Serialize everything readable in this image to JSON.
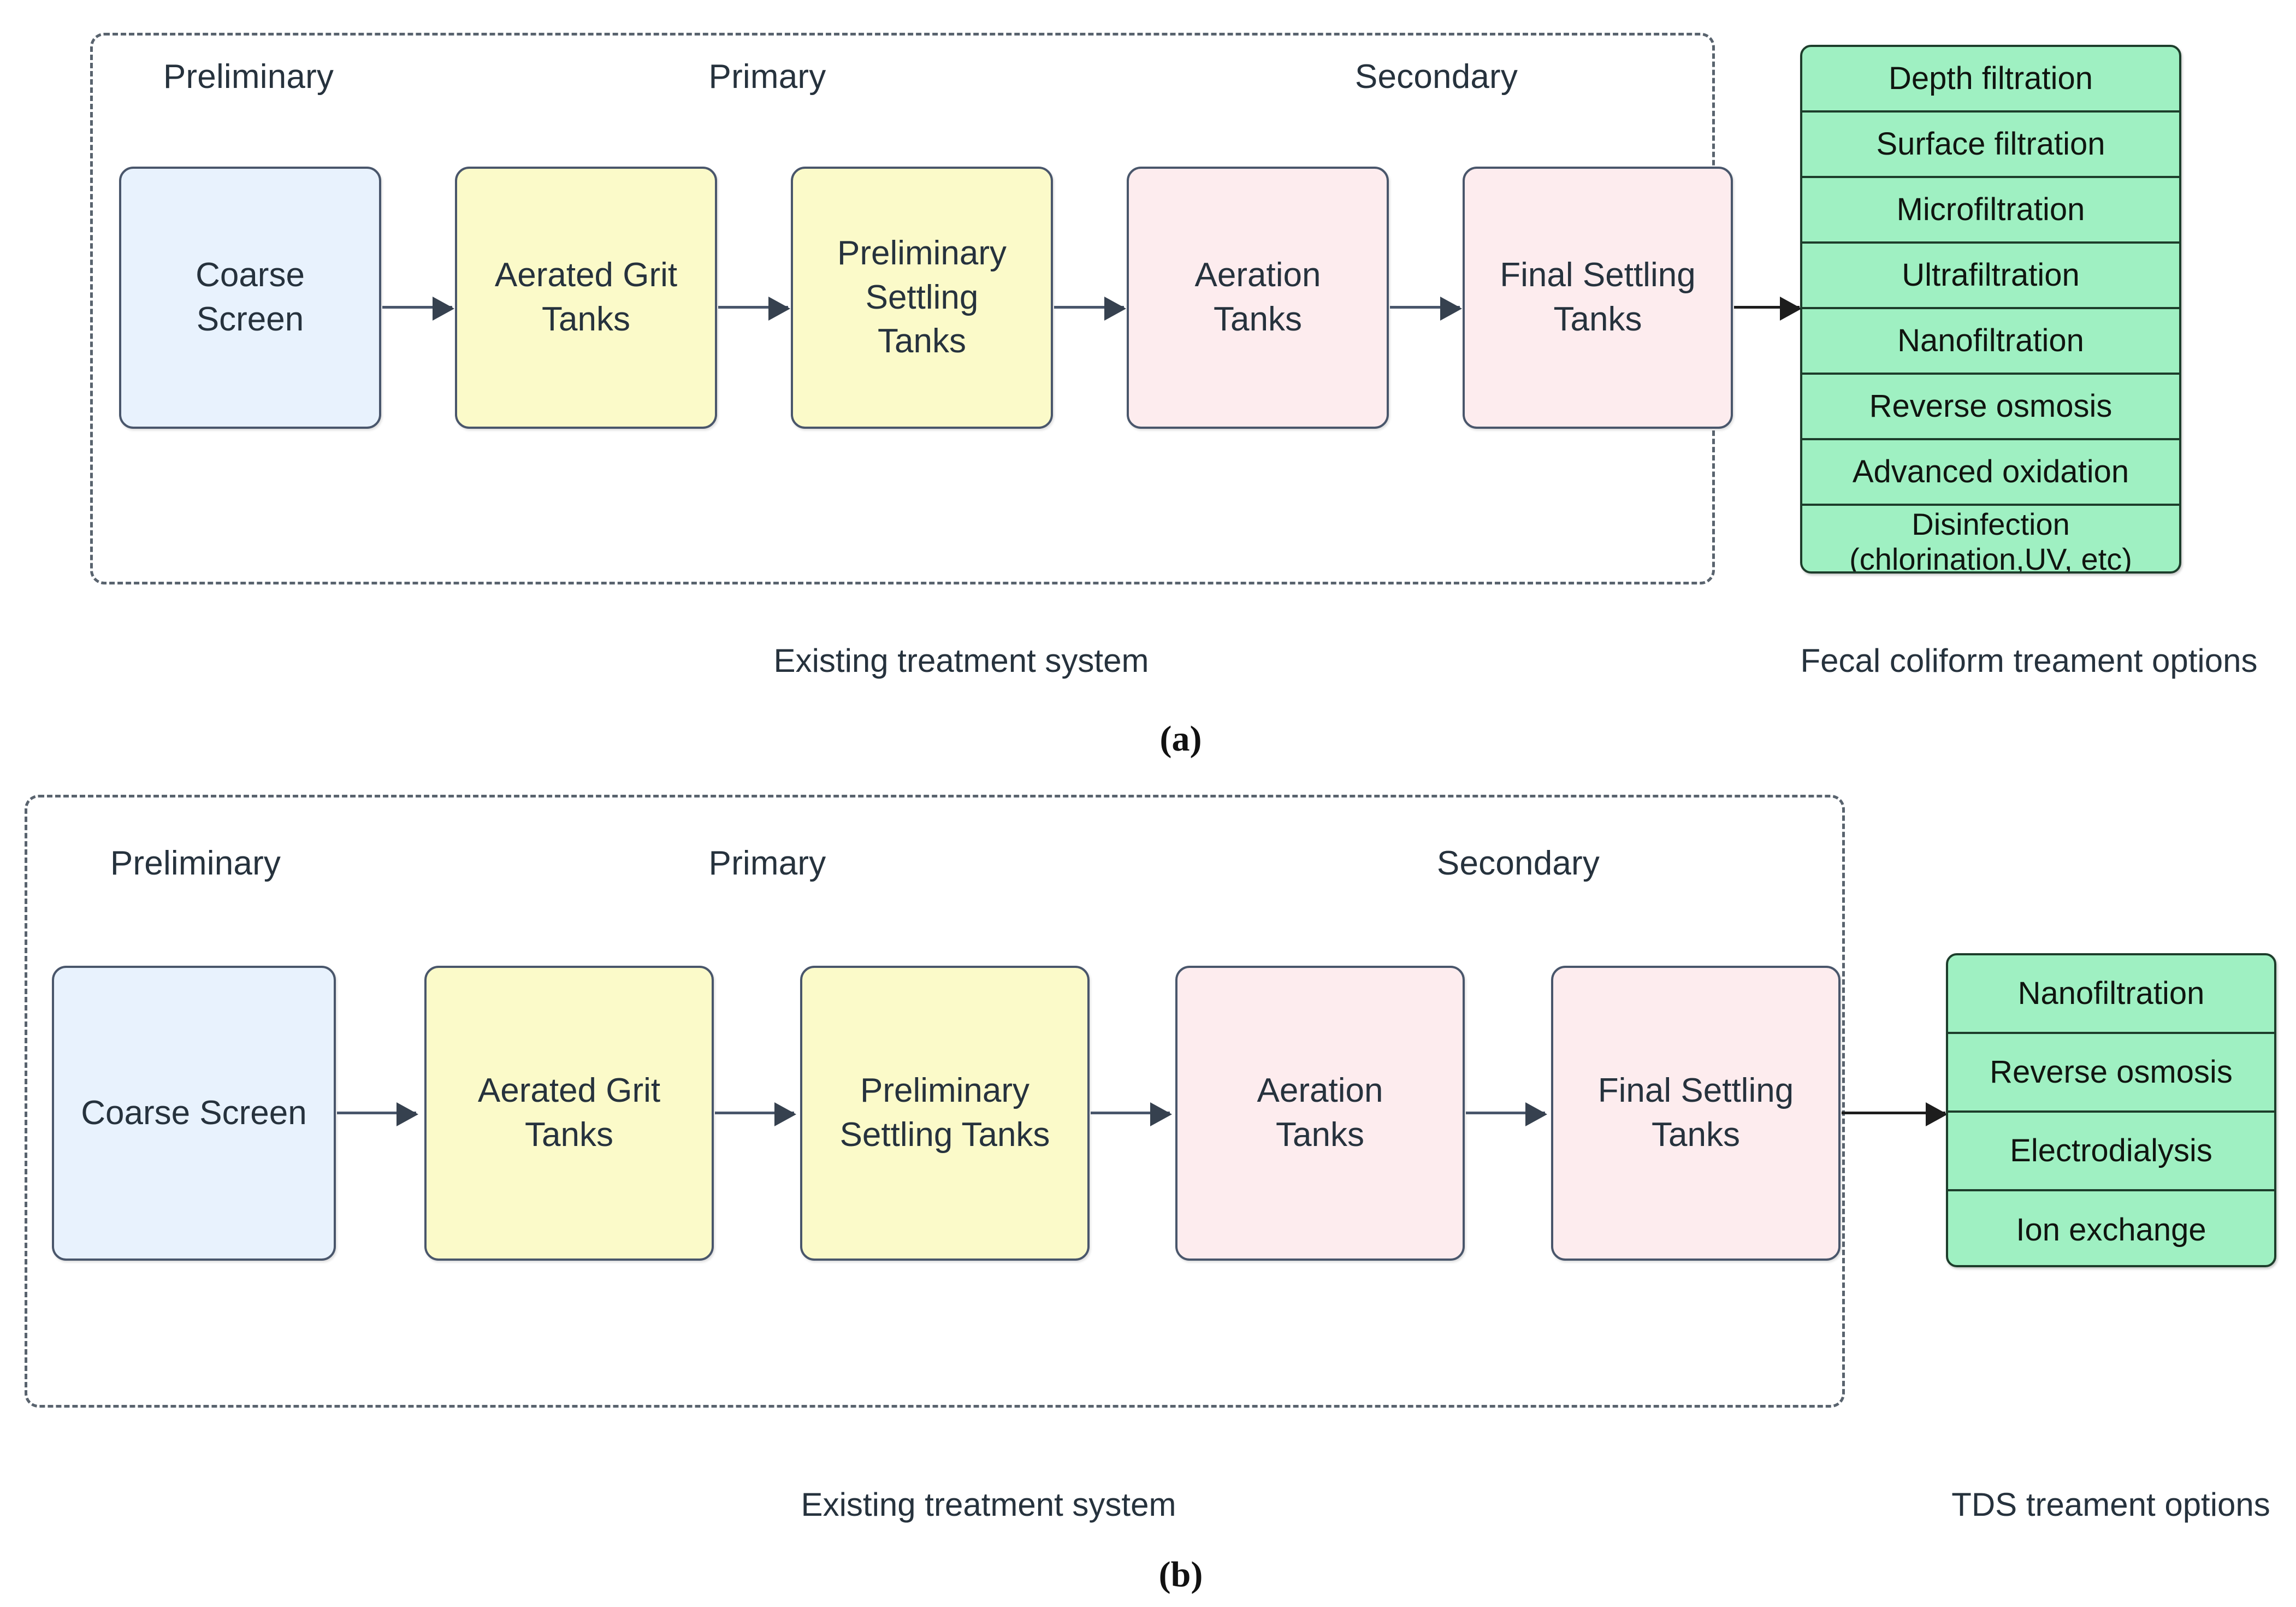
{
  "panel_a": {
    "letter": "(a)",
    "stages": [
      {
        "label": "Preliminary"
      },
      {
        "label": "Primary"
      },
      {
        "label": "Secondary"
      }
    ],
    "process_boxes": [
      {
        "label": "Coarse Screen",
        "lines": [
          "Coarse",
          "Screen"
        ],
        "color": "#e8f2fd"
      },
      {
        "label": "Aerated Grit Tanks",
        "lines": [
          "Aerated Grit",
          "Tanks"
        ],
        "color": "#fbfac9"
      },
      {
        "label": "Preliminary Settling Tanks",
        "lines": [
          "Preliminary",
          "Settling",
          "Tanks"
        ],
        "color": "#fbfac9"
      },
      {
        "label": "Aeration Tanks",
        "lines": [
          "Aeration",
          "Tanks"
        ],
        "color": "#fdecee"
      },
      {
        "label": "Final Settling Tanks",
        "lines": [
          "Final Settling",
          "Tanks"
        ],
        "color": "#fdecee"
      }
    ],
    "options_title": "Fecal coliform treament options",
    "options": [
      "Depth filtration",
      "Surface filtration",
      "Microfiltration",
      "Ultrafiltration",
      "Nanofiltration",
      "Reverse osmosis",
      "Advanced oxidation",
      "Disinfection\n(chlorination,UV, etc)"
    ],
    "option_lines": [
      [
        "Depth filtration"
      ],
      [
        "Surface filtration"
      ],
      [
        "Microfiltration"
      ],
      [
        "Ultrafiltration"
      ],
      [
        "Nanofiltration"
      ],
      [
        "Reverse osmosis"
      ],
      [
        "Advanced oxidation"
      ],
      [
        "Disinfection",
        "(chlorination,UV, etc)"
      ]
    ],
    "system_caption": "Existing treatment system"
  },
  "panel_b": {
    "letter": "(b)",
    "stages": [
      {
        "label": "Preliminary"
      },
      {
        "label": "Primary"
      },
      {
        "label": "Secondary"
      }
    ],
    "process_boxes": [
      {
        "label": "Coarse Screen",
        "lines": [
          "Coarse Screen"
        ],
        "color": "#e8f2fd"
      },
      {
        "label": "Aerated Grit Tanks",
        "lines": [
          "Aerated Grit",
          "Tanks"
        ],
        "color": "#fbfac9"
      },
      {
        "label": "Preliminary Settling Tanks",
        "lines": [
          "Preliminary",
          "Settling Tanks"
        ],
        "color": "#fbfac9"
      },
      {
        "label": "Aeration Tanks",
        "lines": [
          "Aeration",
          "Tanks"
        ],
        "color": "#fdecee"
      },
      {
        "label": "Final Settling Tanks",
        "lines": [
          "Final Settling",
          "Tanks"
        ],
        "color": "#fdecee"
      }
    ],
    "options_title": "TDS treament options",
    "options": [
      "Nanofiltration",
      "Reverse osmosis",
      "Electrodialysis",
      "Ion exchange"
    ],
    "option_lines": [
      [
        "Nanofiltration"
      ],
      [
        "Reverse osmosis"
      ],
      [
        "Electrodialysis"
      ],
      [
        "Ion exchange"
      ]
    ],
    "system_caption": "Existing treatment system"
  },
  "colors": {
    "blue": "#e8f2fd",
    "yellow": "#fbfac9",
    "pink": "#fdecee",
    "green": "#9ff0c2",
    "box_border": "#49566b",
    "green_border": "#1d3d2b",
    "dashed_border": "#59636e",
    "text": "#26323d"
  }
}
